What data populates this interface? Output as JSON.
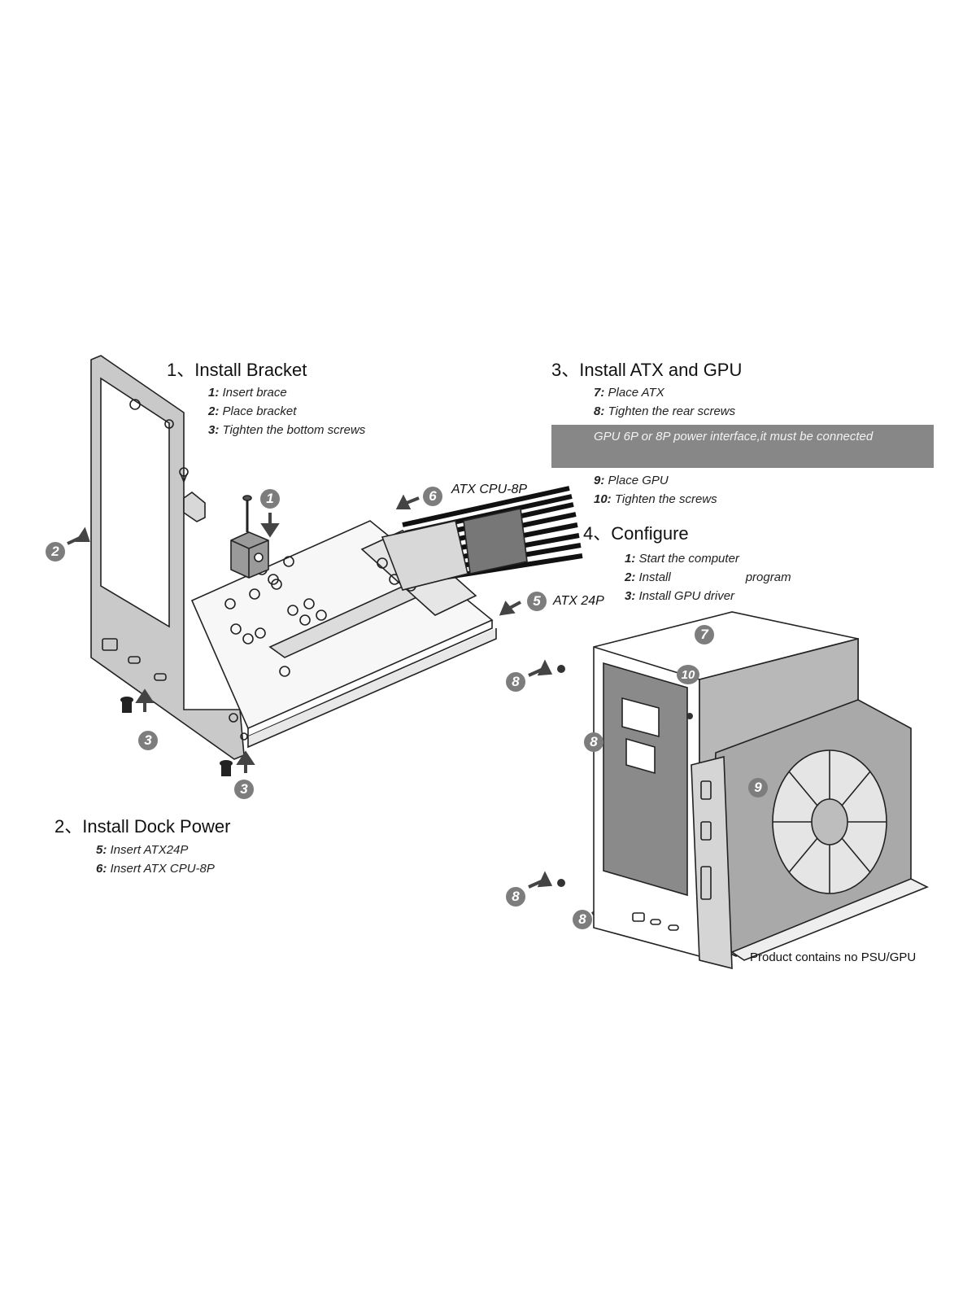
{
  "section1": {
    "title": "1、Install Bracket",
    "steps": [
      {
        "num": "1:",
        "text": "Insert brace"
      },
      {
        "num": "2:",
        "text": "Place bracket"
      },
      {
        "num": "3:",
        "text": "Tighten the bottom screws"
      }
    ]
  },
  "section2": {
    "title": "2、Install Dock Power",
    "steps": [
      {
        "num": "5:",
        "text": "Insert ATX24P"
      },
      {
        "num": "6:",
        "text": "Insert ATX CPU-8P"
      }
    ]
  },
  "section3": {
    "title": "3、Install ATX and GPU",
    "steps": [
      {
        "num": "7:",
        "text": "Place ATX"
      },
      {
        "num": "8:",
        "text": "Tighten the rear screws"
      },
      {
        "num": "9:",
        "text": "Place GPU"
      },
      {
        "num": "10:",
        "text": "Tighten the screws"
      }
    ],
    "banner": "GPU  6P or 8P power interface,it must be connected"
  },
  "section4": {
    "title": "4、Configure",
    "steps": [
      {
        "num": "1:",
        "text": "Start the computer"
      },
      {
        "num": "2:",
        "text": "Install",
        "text2": "program"
      },
      {
        "num": "3:",
        "text": "Install GPU driver"
      }
    ]
  },
  "labels": {
    "atx_cpu_8p": "ATX CPU-8P",
    "atx_24p": "ATX 24P",
    "note": "Product contains no PSU/GPU"
  },
  "badges": [
    "1",
    "2",
    "3",
    "3",
    "5",
    "6",
    "7",
    "8",
    "8",
    "8",
    "8",
    "9",
    "10"
  ],
  "colors": {
    "banner": "#878787",
    "badge": "#7d7d7d",
    "line": "#222222"
  }
}
